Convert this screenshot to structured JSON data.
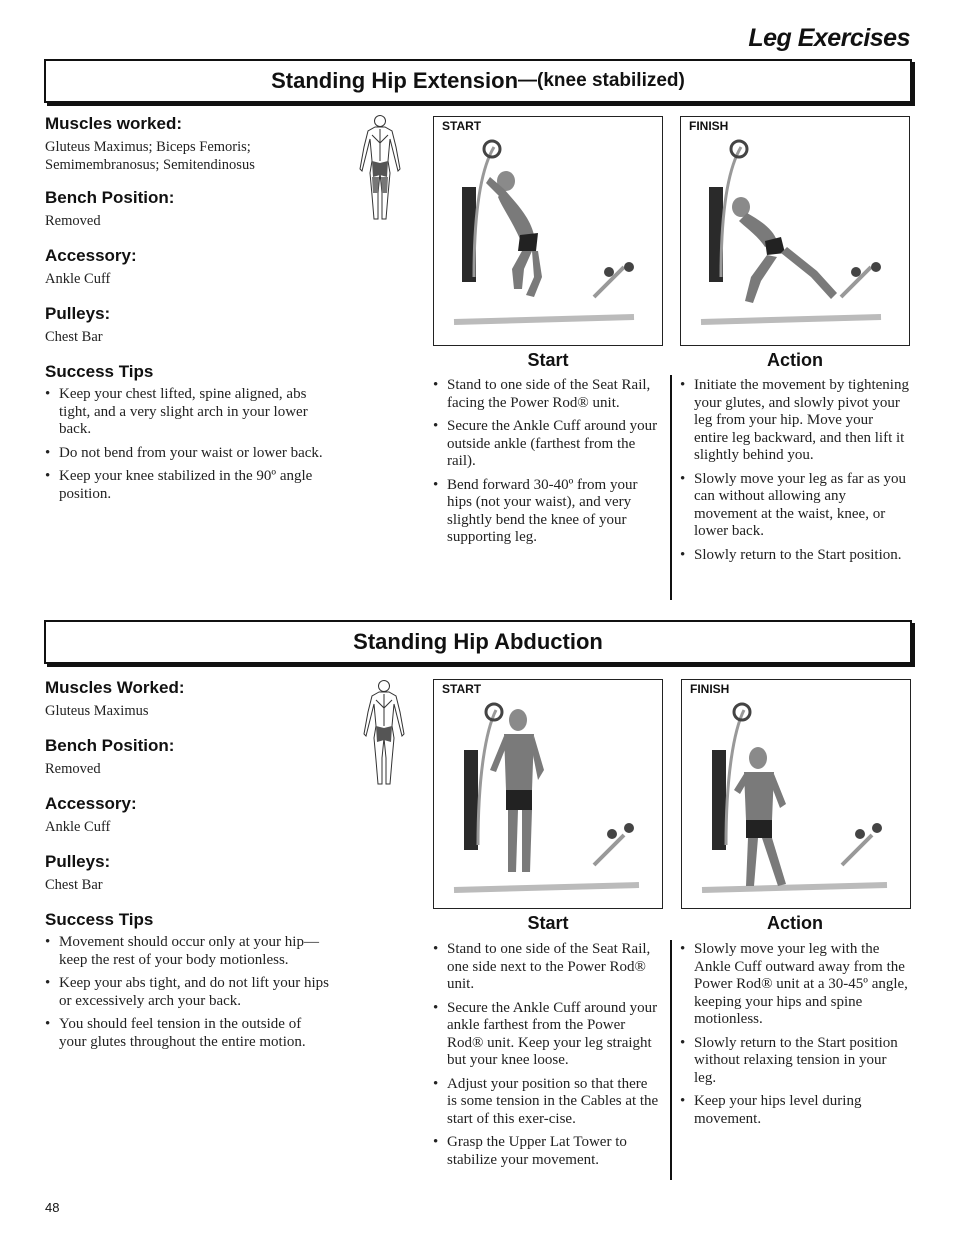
{
  "page_title": "Leg Exercises",
  "page_number": "48",
  "exercises": [
    {
      "title_main": "Standing Hip Extension",
      "title_sub": "—(knee stabilized)",
      "muscles_heading": "Muscles worked:",
      "muscles_text": "Gluteus Maximus; Biceps Femoris; Semimembranosus; Semitendinosus",
      "bench_heading": "Bench Position:",
      "bench_text": "Removed",
      "accessory_heading": "Accessory:",
      "accessory_text": "Ankle Cuff",
      "pulleys_heading": "Pulleys:",
      "pulleys_text": "Chest Bar",
      "tips_heading": "Success Tips",
      "tips": [
        "Keep your chest lifted, spine aligned, abs tight, and a very slight arch in your lower back.",
        "Do not bend from your waist or lower back.",
        "Keep your knee stabilized in the 90º angle position."
      ],
      "photo_start_label": "START",
      "photo_finish_label": "FINISH",
      "start_heading": "Start",
      "start_steps": [
        "Stand to one side of the Seat Rail, facing the Power Rod® unit.",
        "Secure the Ankle Cuff around your outside ankle (farthest from the rail).",
        "Bend forward 30-40º from your hips (not your waist), and very slightly bend the knee of your supporting leg."
      ],
      "action_heading": "Action",
      "action_steps": [
        "Initiate the movement by tightening your glutes, and slowly pivot your leg from your hip. Move your entire leg backward, and then lift it slightly behind you.",
        "Slowly move your leg as far as you can without allowing any movement at the waist, knee, or lower back.",
        "Slowly return to the Start position."
      ]
    },
    {
      "title_main": "Standing Hip Abduction",
      "title_sub": "",
      "muscles_heading": "Muscles Worked:",
      "muscles_text": "Gluteus Maximus",
      "bench_heading": "Bench Position:",
      "bench_text": "Removed",
      "accessory_heading": "Accessory:",
      "accessory_text": "Ankle Cuff",
      "pulleys_heading": "Pulleys:",
      "pulleys_text": "Chest Bar",
      "tips_heading": "Success Tips",
      "tips": [
        "Movement should occur only at your hip—keep the rest of your body motionless.",
        "Keep your abs tight, and do not lift your hips or excessively arch your back.",
        "You should feel tension in the outside of your glutes throughout the entire motion."
      ],
      "photo_start_label": "START",
      "photo_finish_label": "FINISH",
      "start_heading": "Start",
      "start_steps": [
        "Stand to one side of the Seat Rail, one side next to the Power Rod® unit.",
        "Secure the Ankle Cuff around your ankle farthest from the Power Rod® unit. Keep your leg straight but your knee loose.",
        "Adjust your position so that there is some tension in the Cables at the start of this exer-cise.",
        "Grasp the Upper Lat Tower to stabilize your movement."
      ],
      "action_heading": "Action",
      "action_steps": [
        "Slowly move your leg with the Ankle Cuff outward away from the Power Rod® unit at a 30-45º angle, keeping your hips and spine motionless.",
        "Slowly return to the Start position without relaxing tension in your leg.",
        "Keep your hips level during movement."
      ]
    }
  ]
}
